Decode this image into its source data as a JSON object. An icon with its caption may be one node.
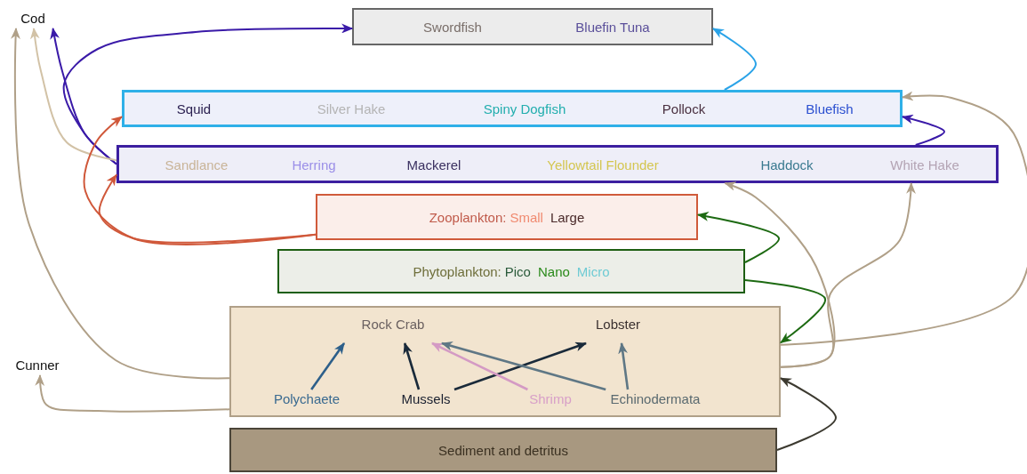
{
  "diagram": {
    "nodes": [
      {
        "text": [
          "Cod"
        ]
      },
      {
        "text": [
          "Swordfish",
          "Bluefin Tuna"
        ]
      },
      {
        "text": [
          "Squid",
          "Silver Hake",
          "Spiny Dogfish",
          "Pollock",
          "Bluefish"
        ]
      },
      {
        "text": [
          "Sandlance",
          "Herring",
          "Mackerel",
          "Yellowtail Flounder",
          "Haddock",
          "White Hake"
        ]
      },
      {
        "text": [
          "Zooplankton:",
          "Small",
          "Large"
        ]
      },
      {
        "text": [
          "Phytoplankton:",
          "Pico",
          "Nano",
          "Micro"
        ]
      },
      {
        "text": [
          "Cunner"
        ]
      },
      {
        "text": [],
        "shape": "box"
      },
      {
        "text": [
          "Rock Crab"
        ],
        "in": 7
      },
      {
        "text": [
          "Lobster"
        ],
        "in": 7
      },
      {
        "text": [
          "Polychaete"
        ],
        "in": 7
      },
      {
        "text": [
          "Mussels"
        ],
        "in": 7
      },
      {
        "text": [
          "Shrimp"
        ],
        "in": 7
      },
      {
        "text": [
          "Echinodermata"
        ],
        "in": 7
      },
      {
        "text": [
          "Sediment and detritus"
        ]
      }
    ],
    "edges": [
      {
        "from": 3,
        "to": 0,
        "arrow": "to",
        "color": "#3a1aa8"
      },
      {
        "from": 3,
        "to": 1,
        "arrow": "to",
        "color": "#3a1aa8"
      },
      {
        "from": 3,
        "to": 0,
        "arrow": "to",
        "color": "#d2c2a6"
      },
      {
        "from": 7,
        "to": 0,
        "arrow": "to"
      },
      {
        "from": 7,
        "to": 6,
        "arrow": "to"
      },
      {
        "from": 4,
        "to": 2,
        "arrow": "to",
        "color": "#d0583a"
      },
      {
        "from": 4,
        "to": 3,
        "arrow": "to",
        "color": "#d0583a"
      },
      {
        "from": 2,
        "to": 1,
        "arrow": "to",
        "color": "#2aa3e8"
      },
      {
        "from": 3,
        "to": 2,
        "arrow": "to",
        "color": "#3a1aa8"
      },
      {
        "from": 5,
        "to": 4,
        "arrow": "to",
        "color": "#1d6a12"
      },
      {
        "from": 5,
        "to": 7,
        "arrow": "to",
        "color": "#1d6a12"
      },
      {
        "from": 7,
        "to": 3,
        "arrow": "to"
      },
      {
        "from": 7,
        "to": 3,
        "arrow": "to"
      },
      {
        "from": 7,
        "to": 2,
        "arrow": "to"
      },
      {
        "from": 14,
        "to": 7,
        "arrow": "to",
        "color": "#3c3a30"
      },
      {
        "from": 10,
        "to": 8,
        "arrow": "to",
        "color": "#2d5f8a"
      },
      {
        "from": 11,
        "to": 8,
        "arrow": "to",
        "color": "#1a2a3a"
      },
      {
        "from": 11,
        "to": 9,
        "arrow": "to",
        "color": "#1a2a3a"
      },
      {
        "from": 12,
        "to": 8,
        "arrow": "to",
        "color": "#d49ac4"
      },
      {
        "from": 13,
        "to": 8,
        "arrow": "to",
        "color": "#5f7785"
      },
      {
        "from": 13,
        "to": 9,
        "arrow": "to",
        "color": "#5f7785"
      }
    ]
  }
}
